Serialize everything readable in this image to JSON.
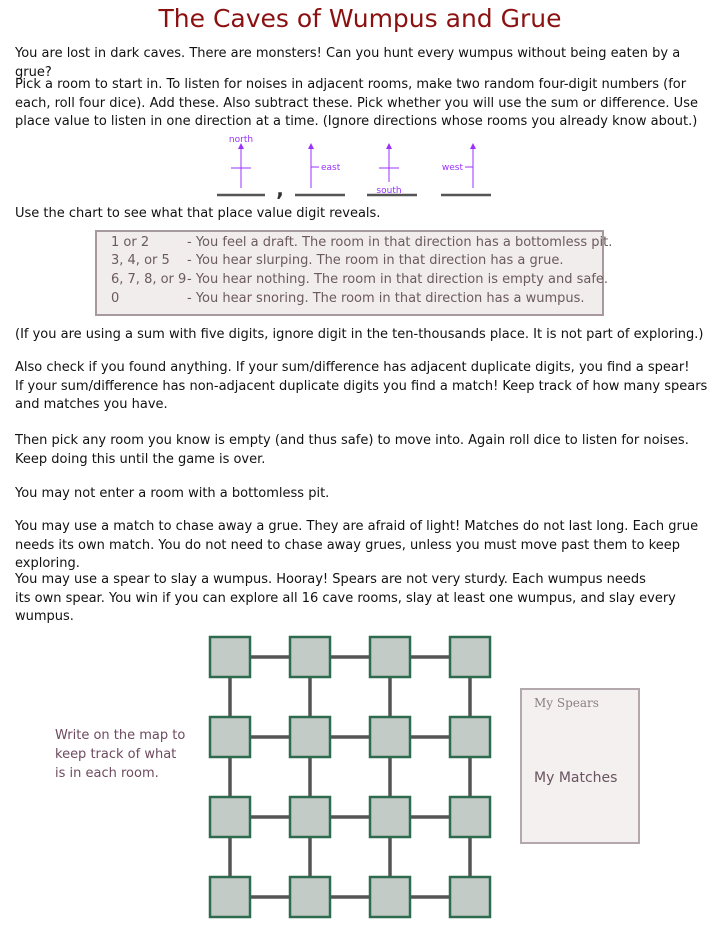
{
  "title": "The Caves of Wumpus and Grue",
  "paragraphs": {
    "intro": "You are lost in dark caves.  There are monsters!  Can you hunt every wumpus without being eaten by a grue?",
    "pick": "Pick a room to start in.  To listen for noises in adjacent rooms, make two random four-digit numbers (for each, roll four dice).  Add these.  Also subtract these.  Pick whether you will use the sum or difference.  Use place value to listen in one direction at a time.  (Ignore directions whose rooms you already know about.)",
    "use_chart": "Use the chart to see what that place value digit reveals.",
    "five_digits": "(If you are using a sum with five digits, ignore digit in the ten-thousands place.  It is not part of exploring.)",
    "check": "Also check if you found anything.  If your sum/difference has adjacent duplicate digits, you find a spear!\nIf your sum/difference has non-adjacent duplicate digits you find a match!  Keep track of how many spears and matches you have.",
    "move": "Then pick any room you know is empty (and thus safe) to move into.  Again roll dice to listen for noises.\nKeep doing this until the game is over.",
    "pit": "You may not enter a room with a bottomless pit.",
    "match": "You may use a match to chase away a grue.  They are afraid of light!  Matches do not last long.  Each grue needs its own match.  You do not need to chase away grues, unless you must move past them to keep exploring.",
    "spear": "You may use a spear to slay a wumpus.  Hooray!  Spears are not very sturdy.  Each wumpus needs\nits own spear.  You win if you can explore all 16 cave rooms, slay at least one wumpus, and slay every wumpus."
  },
  "directions": {
    "north": "north",
    "east": "east",
    "south": "south",
    "west": "west",
    "comma": ","
  },
  "chart": [
    {
      "digits": "1 or 2",
      "meaning": "- You feel a draft.  The room in that direction has a bottomless pit."
    },
    {
      "digits": "3, 4, or 5",
      "meaning": "- You hear slurping.  The room in that direction has a grue."
    },
    {
      "digits": "6, 7, 8, or  9",
      "meaning": "- You hear nothing.  The room in that direction is empty and safe."
    },
    {
      "digits": "0",
      "meaning": "- You hear snoring.  The room in that direction has a wumpus."
    }
  ],
  "map_note": "Write on the map to\nkeep track of what\nis in each room.",
  "panel": {
    "spears_label": "My Spears",
    "matches_label": "My Matches"
  },
  "map": {
    "rows": 4,
    "cols": 4
  },
  "colors": {
    "title": "#8b1111",
    "room_fill": "#c3cbc7",
    "room_border": "#2f6b4f",
    "corridor": "#555555",
    "direction_arrow": "#9b30ff"
  }
}
